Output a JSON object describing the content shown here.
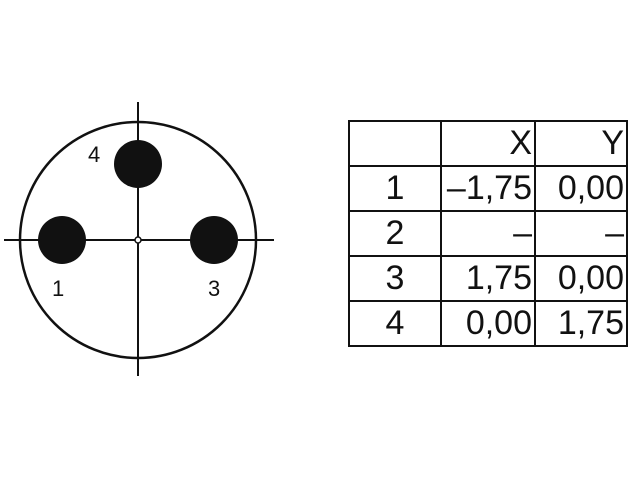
{
  "pin_labels": [
    "1",
    "3",
    "4"
  ],
  "table": {
    "headers": [
      "",
      "X",
      "Y"
    ],
    "rows": [
      {
        "pin": "1",
        "x": "–1,75",
        "y": "0,00"
      },
      {
        "pin": "2",
        "x": "–",
        "y": "–"
      },
      {
        "pin": "3",
        "x": "1,75",
        "y": "0,00"
      },
      {
        "pin": "4",
        "x": "0,00",
        "y": "1,75"
      }
    ]
  }
}
